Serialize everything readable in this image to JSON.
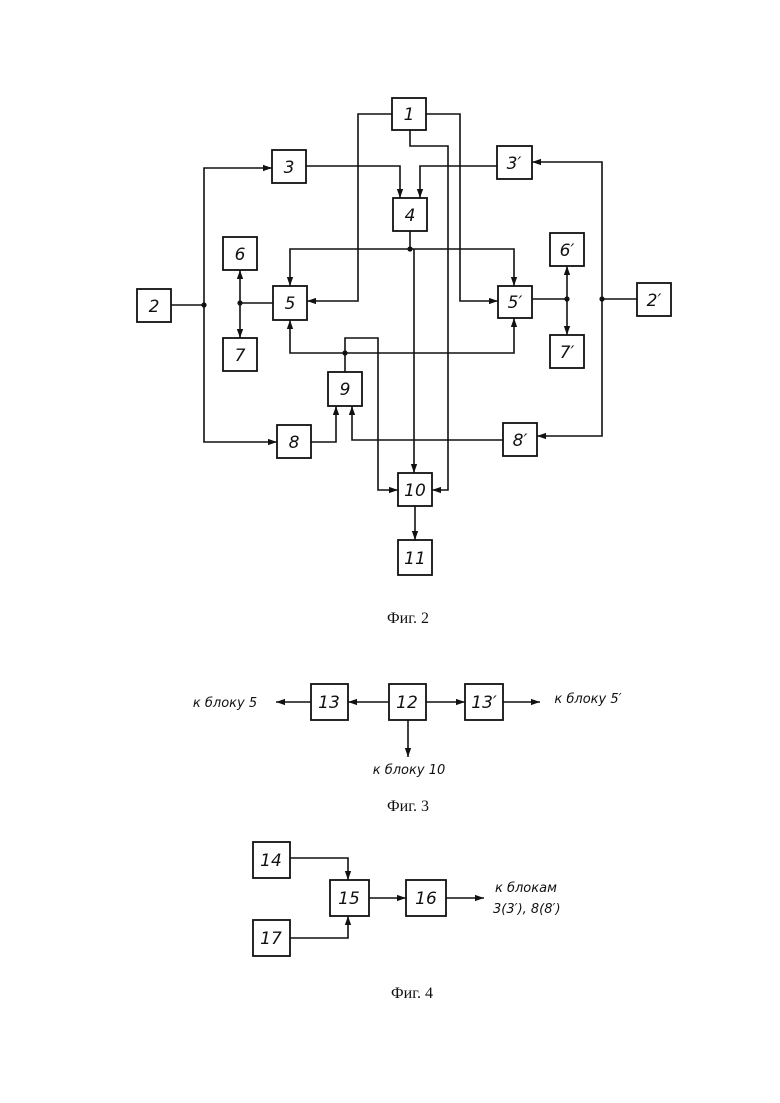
{
  "figures": {
    "fig2": {
      "caption": "Фиг. 2",
      "blocks": {
        "b1": "1",
        "b2": "2",
        "b2p": "2′",
        "b3": "3",
        "b3p": "3′",
        "b4": "4",
        "b5": "5",
        "b5p": "5′",
        "b6": "6",
        "b6p": "6′",
        "b7": "7",
        "b7p": "7′",
        "b8": "8",
        "b8p": "8′",
        "b9": "9",
        "b10": "10",
        "b11": "11"
      }
    },
    "fig3": {
      "caption": "Фиг. 3",
      "blocks": {
        "b12": "12",
        "b13": "13",
        "b13p": "13′"
      },
      "labels": {
        "to5": "к  блоку  5",
        "to5p": "к  блоку  5′",
        "to10": "к  блоку  10"
      }
    },
    "fig4": {
      "caption": "Фиг. 4",
      "blocks": {
        "b14": "14",
        "b15": "15",
        "b16": "16",
        "b17": "17"
      },
      "labels": {
        "line1": "к  блокам",
        "line2": "3(3′),  8(8′)"
      }
    }
  }
}
